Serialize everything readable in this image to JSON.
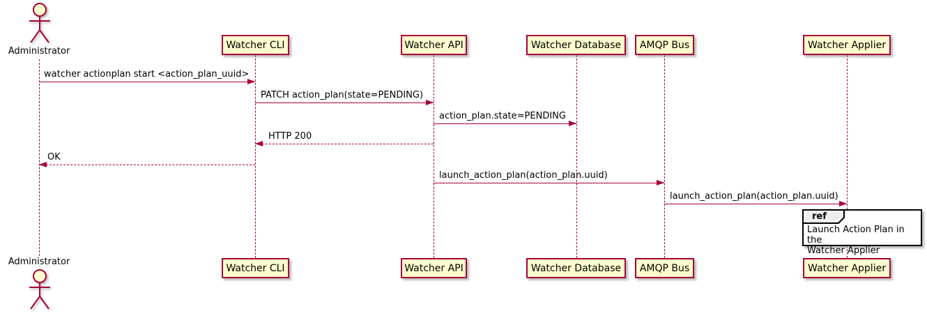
{
  "diagram_type": "uml-sequence",
  "colors": {
    "line": "#A80036",
    "participant_fill": "#FEFECE",
    "text": "#000000",
    "ref_border": "#000000",
    "ref_header_fill": "#EEEEEE",
    "background": "#FFFFFF"
  },
  "actor": {
    "label": "Administrator"
  },
  "participants": [
    {
      "label": "Watcher CLI"
    },
    {
      "label": "Watcher API"
    },
    {
      "label": "Watcher Database"
    },
    {
      "label": "AMQP Bus"
    },
    {
      "label": "Watcher Applier"
    }
  ],
  "messages": [
    {
      "from": "Administrator",
      "to": "Watcher CLI",
      "label": "watcher actionplan start <action_plan_uuid>",
      "line": "solid",
      "direction": "right"
    },
    {
      "from": "Watcher CLI",
      "to": "Watcher API",
      "label": "PATCH action_plan(state=PENDING)",
      "line": "solid",
      "direction": "right"
    },
    {
      "from": "Watcher API",
      "to": "Watcher Database",
      "label": "action_plan.state=PENDING",
      "line": "solid",
      "direction": "right"
    },
    {
      "from": "Watcher API",
      "to": "Watcher CLI",
      "label": "HTTP 200",
      "line": "dashed",
      "direction": "left"
    },
    {
      "from": "Watcher CLI",
      "to": "Administrator",
      "label": "OK",
      "line": "dashed",
      "direction": "left"
    },
    {
      "from": "Watcher API",
      "to": "AMQP Bus",
      "label": "launch_action_plan(action_plan.uuid)",
      "line": "solid",
      "direction": "right"
    },
    {
      "from": "AMQP Bus",
      "to": "Watcher Applier",
      "label": "launch_action_plan(action_plan.uuid)",
      "line": "solid",
      "direction": "right"
    }
  ],
  "ref": {
    "keyword": "ref",
    "over": "Watcher Applier",
    "text_lines": [
      "Launch Action Plan in the",
      "Watcher Applier"
    ]
  }
}
